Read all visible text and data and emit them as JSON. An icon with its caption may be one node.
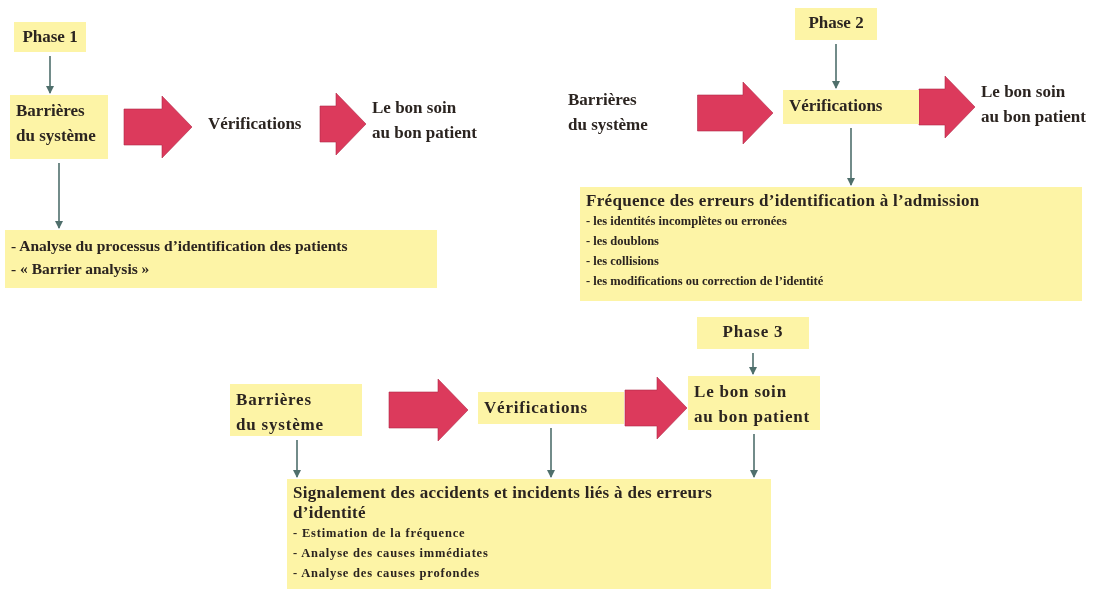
{
  "diagram": {
    "nodes": [
      {
        "text": [
          "Phase 1"
        ]
      },
      {
        "text": [
          "Barrières du système"
        ]
      },
      {
        "text": [
          "Vérifications"
        ]
      },
      {
        "text": [
          "Le bon soin au bon patient"
        ]
      },
      {
        "text": [
          "- Analyse du processus d’identification des patients",
          "- « Barrier analysis »"
        ]
      },
      {
        "text": [
          "Phase 2"
        ]
      },
      {
        "text": [
          "Barrières du système"
        ]
      },
      {
        "text": [
          "Vérifications"
        ]
      },
      {
        "text": [
          "Le bon soin au bon patient"
        ]
      },
      {
        "text": [
          "Fréquence des erreurs d’identification à l’admission",
          "- les identités incomplètes ou erronées",
          "- les doublons",
          "- les collisions",
          "- les modifications ou correction de l’identité"
        ]
      },
      {
        "text": [
          "Phase 3"
        ]
      },
      {
        "text": [
          "Barrières du système"
        ]
      },
      {
        "text": [
          "Vérifications"
        ]
      },
      {
        "text": [
          "Le bon soin au bon patient"
        ]
      },
      {
        "text": [
          "Signalement des accidents et incidents liés à des erreurs d’identité",
          "- Estimation de la fréquence",
          "- Analyse des causes immédiates",
          "- Analyse des causes profondes"
        ]
      }
    ],
    "edges": [
      {
        "from": 0,
        "to": 1,
        "arrow": "to"
      },
      {
        "from": 1,
        "to": 2,
        "arrow": "to",
        "style": "thick",
        "color": "#dc3a5c"
      },
      {
        "from": 2,
        "to": 3,
        "arrow": "to",
        "style": "thick",
        "color": "#dc3a5c"
      },
      {
        "from": 1,
        "to": 4,
        "arrow": "to"
      },
      {
        "from": 5,
        "to": 7,
        "arrow": "to"
      },
      {
        "from": 6,
        "to": 7,
        "arrow": "to",
        "style": "thick",
        "color": "#dc3a5c"
      },
      {
        "from": 7,
        "to": 8,
        "arrow": "to",
        "style": "thick",
        "color": "#dc3a5c"
      },
      {
        "from": 7,
        "to": 9,
        "arrow": "to"
      },
      {
        "from": 10,
        "to": 13,
        "arrow": "to"
      },
      {
        "from": 11,
        "to": 12,
        "arrow": "to",
        "style": "thick",
        "color": "#dc3a5c"
      },
      {
        "from": 12,
        "to": 13,
        "arrow": "to",
        "style": "thick",
        "color": "#dc3a5c"
      },
      {
        "from": 11,
        "to": 14,
        "arrow": "to"
      },
      {
        "from": 12,
        "to": 14,
        "arrow": "to"
      },
      {
        "from": 13,
        "to": 14,
        "arrow": "to"
      }
    ]
  }
}
